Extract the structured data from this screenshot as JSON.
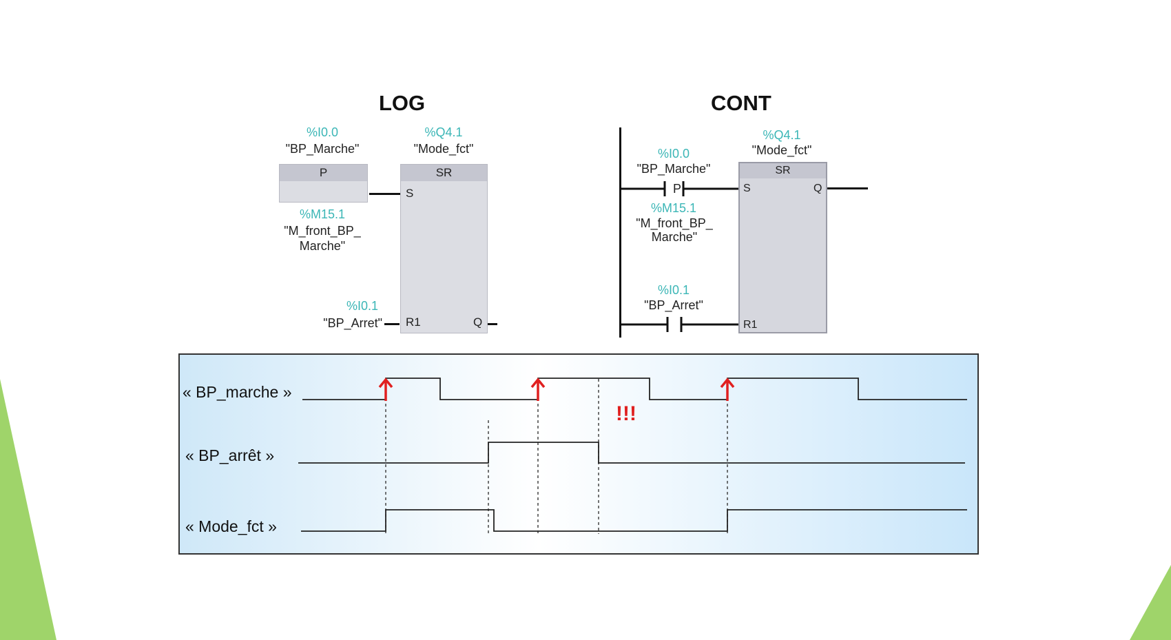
{
  "colors": {
    "accent_green": "#9fd46a",
    "address_teal": "#3bb6b6",
    "arrow_red": "#e02020"
  },
  "log": {
    "title": "LOG",
    "p_block": {
      "address": "%I0.0",
      "tag": "\"BP_Marche\"",
      "header": "P",
      "mem_address": "%M15.1",
      "mem_tag_line1": "\"M_front_BP_",
      "mem_tag_line2": "Marche\""
    },
    "sr_block": {
      "address": "%Q4.1",
      "tag": "\"Mode_fct\"",
      "header": "SR",
      "pin_s": "S",
      "pin_r1": "R1",
      "pin_q": "Q"
    },
    "reset_input": {
      "address": "%I0.1",
      "tag": "\"BP_Arret\""
    }
  },
  "cont": {
    "title": "CONT",
    "contact_p": {
      "address": "%I0.0",
      "tag": "\"BP_Marche\"",
      "symbol": "P",
      "mem_address": "%M15.1",
      "mem_tag_line1": "\"M_front_BP_",
      "mem_tag_line2": "Marche\""
    },
    "contact_reset": {
      "address": "%I0.1",
      "tag": "\"BP_Arret\""
    },
    "sr_block": {
      "address": "%Q4.1",
      "tag": "\"Mode_fct\"",
      "header": "SR",
      "pin_s": "S",
      "pin_r1": "R1",
      "pin_q": "Q"
    }
  },
  "timing": {
    "signals": [
      {
        "label": "« BP_marche »"
      },
      {
        "label": "« BP_arrêt »"
      },
      {
        "label": "« Mode_fct »"
      }
    ],
    "warning": "!!!"
  }
}
